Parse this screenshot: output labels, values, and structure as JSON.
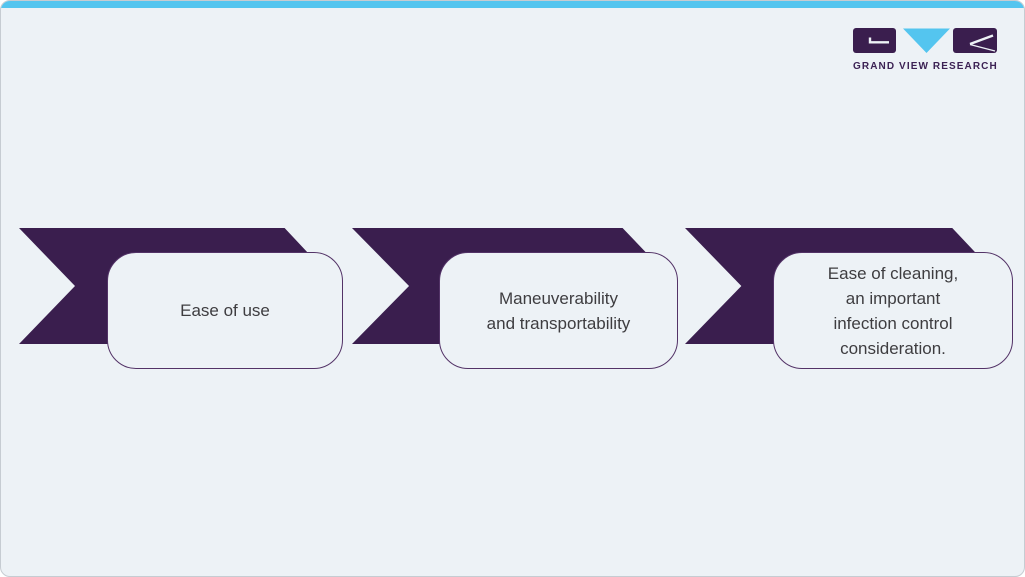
{
  "page": {
    "background_color": "#edf2f6",
    "border_color": "#c6ccd2",
    "topbar_color": "#54c5ef"
  },
  "logo": {
    "caption": "GRAND VIEW RESEARCH",
    "purple": "#3a1e4e",
    "cyan": "#54c5ef"
  },
  "diagram": {
    "arrow_color": "#3a1e4e",
    "box_border_color": "#533367",
    "text_color": "#3e3d40",
    "steps": [
      {
        "label": "Ease of use"
      },
      {
        "label": "Maneuverability\nand transportability"
      },
      {
        "label": "Ease of cleaning,\nan important\ninfection control\nconsideration."
      }
    ]
  }
}
